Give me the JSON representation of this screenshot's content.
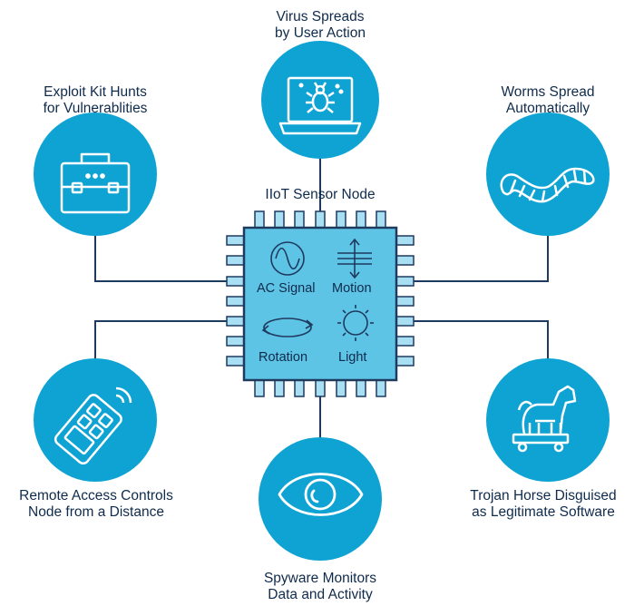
{
  "colors": {
    "circle": "#0fa3d4",
    "line": "#1e3a5f",
    "chip_fill": "#5ec4e6",
    "chip_stroke": "#1e3a5f",
    "pin_fill": "#a9dff2",
    "text": "#0f2b4c"
  },
  "center": {
    "title": "IIoT Sensor Node",
    "sensors": [
      {
        "label": "AC Signal",
        "icon": "sine-wave-icon"
      },
      {
        "label": "Motion",
        "icon": "motion-arrows-icon"
      },
      {
        "label": "Rotation",
        "icon": "rotation-icon"
      },
      {
        "label": "Light",
        "icon": "sun-icon"
      }
    ]
  },
  "threats": [
    {
      "id": "virus",
      "lines": [
        "Virus Spreads",
        "by User Action"
      ],
      "icon": "laptop-bug-icon"
    },
    {
      "id": "exploit-kit",
      "lines": [
        "Exploit Kit Hunts",
        "for Vulnerablities"
      ],
      "icon": "toolbox-icon"
    },
    {
      "id": "worms",
      "lines": [
        "Worms Spread",
        "Automatically"
      ],
      "icon": "worm-icon"
    },
    {
      "id": "remote-access",
      "lines": [
        "Remote Access Controls",
        "Node from a Distance"
      ],
      "icon": "remote-control-icon"
    },
    {
      "id": "trojan",
      "lines": [
        "Trojan Horse Disguised",
        "as Legitimate Software"
      ],
      "icon": "trojan-horse-icon"
    },
    {
      "id": "spyware",
      "lines": [
        "Spyware Monitors",
        "Data and Activity"
      ],
      "icon": "eye-icon"
    }
  ]
}
